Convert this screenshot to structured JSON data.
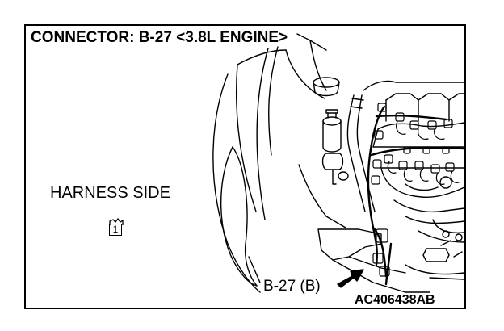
{
  "header": {
    "title": "CONNECTOR: B-27 <3.8L ENGINE>"
  },
  "legend": {
    "harness_label": "HARNESS SIDE",
    "pin_number": "1"
  },
  "callout": {
    "label": "B-27 (B)"
  },
  "figure": {
    "id": "AC406438AB"
  },
  "colors": {
    "line": "#000000",
    "background": "#ffffff"
  }
}
